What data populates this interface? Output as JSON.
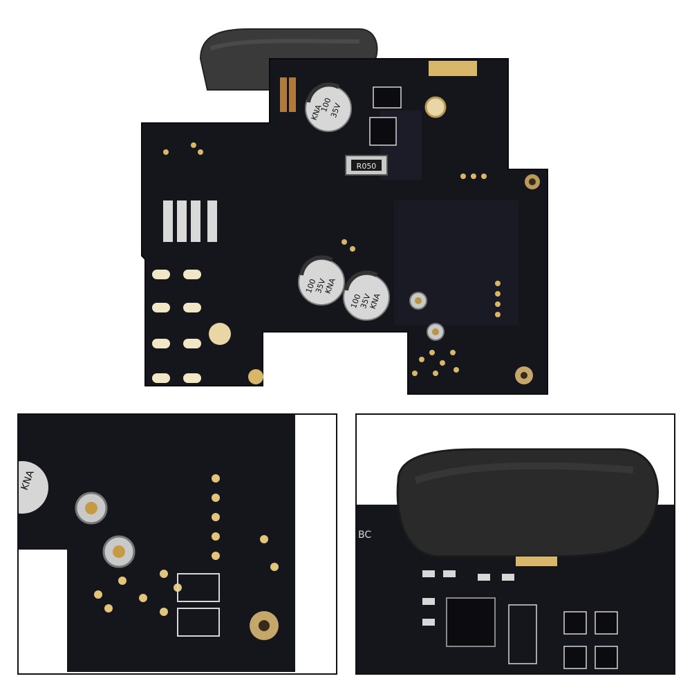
{
  "product_photo": {
    "capacitor_labels": [
      {
        "value": "100",
        "voltage": "35V",
        "series": "KNA"
      },
      {
        "value": "100",
        "voltage": "35V",
        "series": "KNA"
      },
      {
        "value": "100",
        "voltage": "35V",
        "series": "KNA"
      }
    ],
    "resistor_label": "R050",
    "insets": {
      "left": {
        "capacitor_fragment": "KNA"
      },
      "right": {
        "silkscreen_fragment": "BC"
      }
    }
  },
  "colors": {
    "pcb": "#15151c",
    "pcb_dark": "#0c0c10",
    "pad_gold": "#d9b76a",
    "pad_light": "#f1e6c6",
    "foam": "#2a2a2a",
    "background": "#ffffff"
  }
}
